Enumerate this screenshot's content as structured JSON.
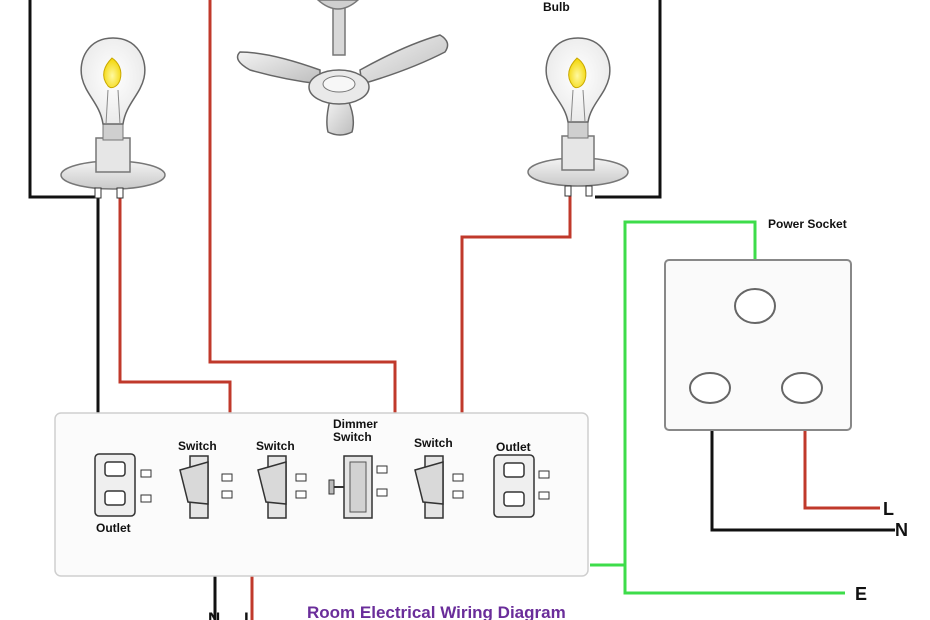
{
  "labels": {
    "bulb": "Bulb",
    "power_socket": "Power Socket",
    "switch_1": "Switch",
    "switch_2": "Switch",
    "dimmer_line1": "Dimmer",
    "dimmer_line2": "Switch",
    "switch_3": "Switch",
    "outlet_left": "Outlet",
    "outlet_right": "Outlet",
    "terminal_L": "L",
    "terminal_N": "N",
    "terminal_E": "E",
    "bottom_N": "N",
    "bottom_L": "L",
    "title": "Room Electrical Wiring Diagram"
  },
  "colors": {
    "live": "#c0392b",
    "neutral": "#111111",
    "earth": "#3ddc4a",
    "title": "#6a2d9a"
  }
}
